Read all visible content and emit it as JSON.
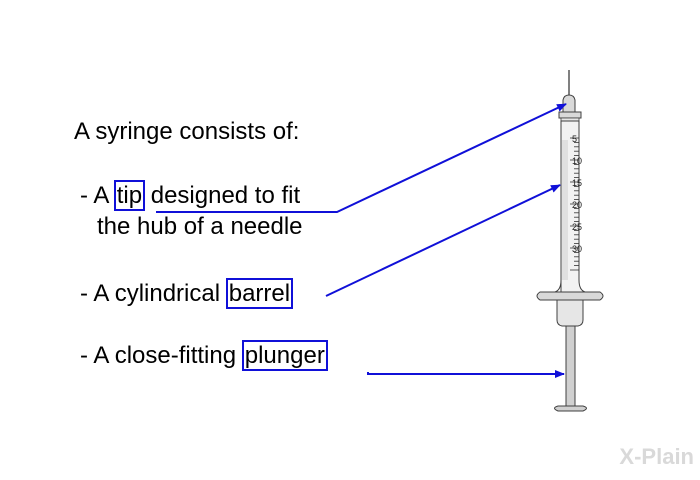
{
  "heading": "A syringe consists of:",
  "items": [
    {
      "prefix": "- A ",
      "term": "tip",
      "suffix": " designed to fit",
      "line2": "the hub of a needle"
    },
    {
      "prefix": "- A cylindrical ",
      "term": "barrel",
      "suffix": ""
    },
    {
      "prefix": "- A close-fitting ",
      "term": "plunger",
      "suffix": ""
    }
  ],
  "scale_labels": [
    "5",
    "10",
    "15",
    "20",
    "25",
    "30"
  ],
  "brand": "X-Plain",
  "colors": {
    "callout": "#1010d8",
    "syringe_fill": "#d9d9d9",
    "syringe_stroke": "#404040",
    "logo": "#d9d9d9"
  }
}
